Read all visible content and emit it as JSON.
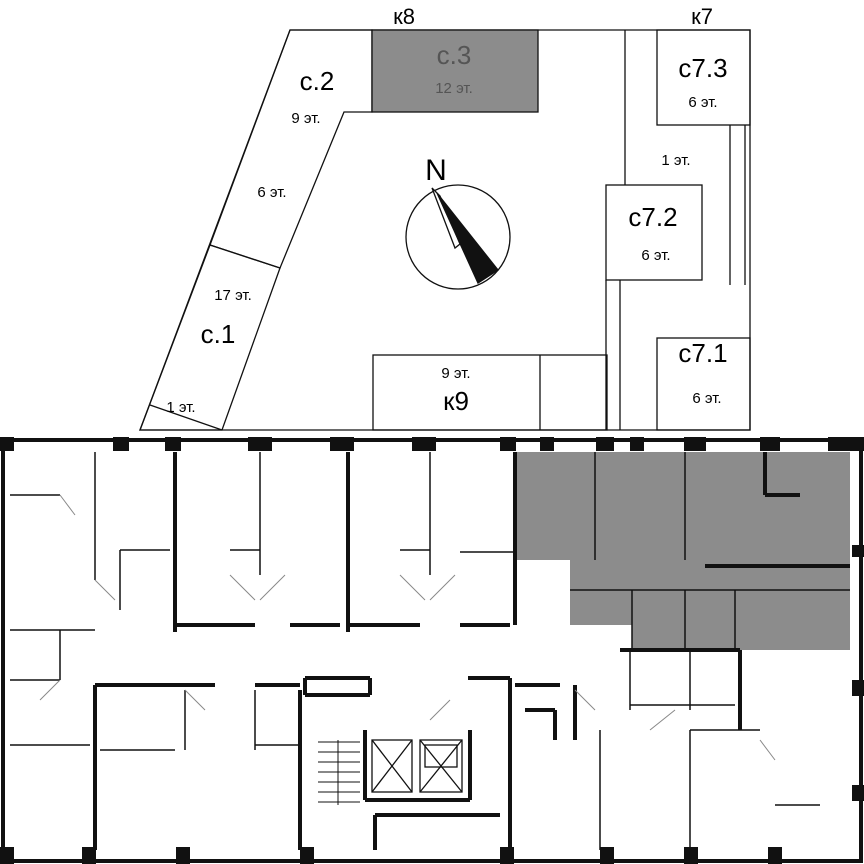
{
  "site_plan": {
    "block_headers": {
      "k8": "к8",
      "k7": "к7",
      "k9": "к9"
    },
    "north_label": "N",
    "buildings": {
      "c1": {
        "name": "с.1",
        "floors_main": "17 эт.",
        "floors_low": "1 эт."
      },
      "c2": {
        "name": "с.2",
        "floors_main": "9 эт.",
        "floors_low": "6 эт."
      },
      "c3": {
        "name": "с.3",
        "floors": "12 эт."
      },
      "c71": {
        "name": "с7.1",
        "floors": "6 эт."
      },
      "c72": {
        "name": "с7.2",
        "floors": "6 эт."
      },
      "c73": {
        "name": "с7.3",
        "floors": "6 эт."
      },
      "k9": {
        "floors": "9 эт."
      },
      "connector": {
        "floors": "1 эт."
      }
    }
  },
  "colors": {
    "highlight": "#8c8c8c",
    "walls": "#111111",
    "background": "#ffffff"
  }
}
